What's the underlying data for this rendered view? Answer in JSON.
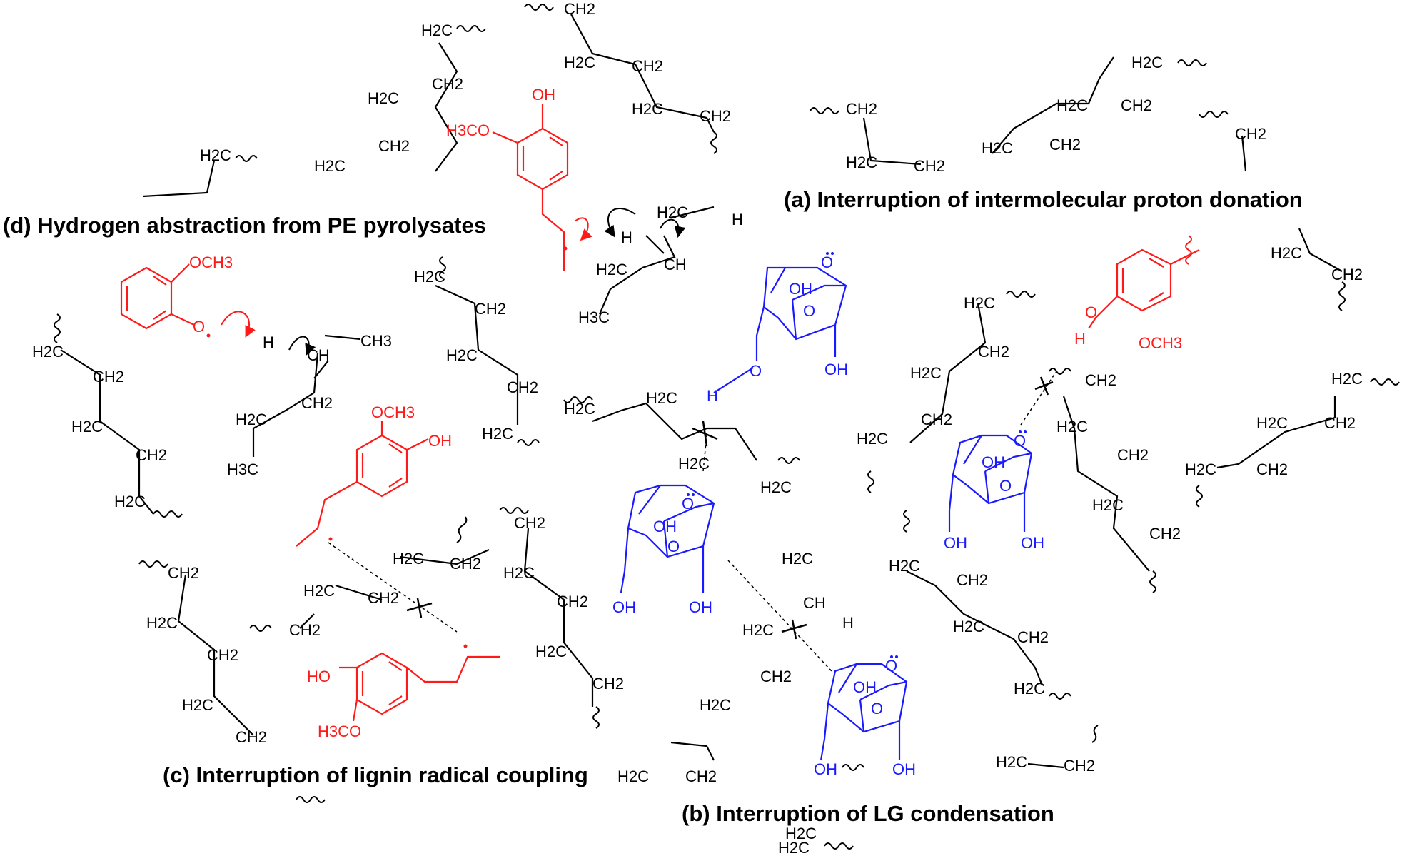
{
  "captions": {
    "a": "(a) Interruption of intermolecular proton donation",
    "b": "(b) Interruption of LG condensation",
    "c": "(c) Interruption of lignin radical coupling",
    "d": "(d) Hydrogen abstraction from PE pyrolysates"
  },
  "colors": {
    "pe": "#000000",
    "lignin": "#ff1a1a",
    "levoglucosan": "#1a1aff"
  },
  "atom_labels": {
    "ch2": "CH2",
    "h2c": "H2C",
    "ch": "CH",
    "ch3": "CH3",
    "h3c": "H3C",
    "oh": "OH",
    "ho": "HO",
    "o": "O",
    "h": "H",
    "och3": "OCH3",
    "h3co": "H3CO"
  },
  "icons": [
    "wavy-bond-icon",
    "curved-arrow-icon",
    "blocked-interaction-icon",
    "radical-dot-icon",
    "lone-pair-icon"
  ]
}
